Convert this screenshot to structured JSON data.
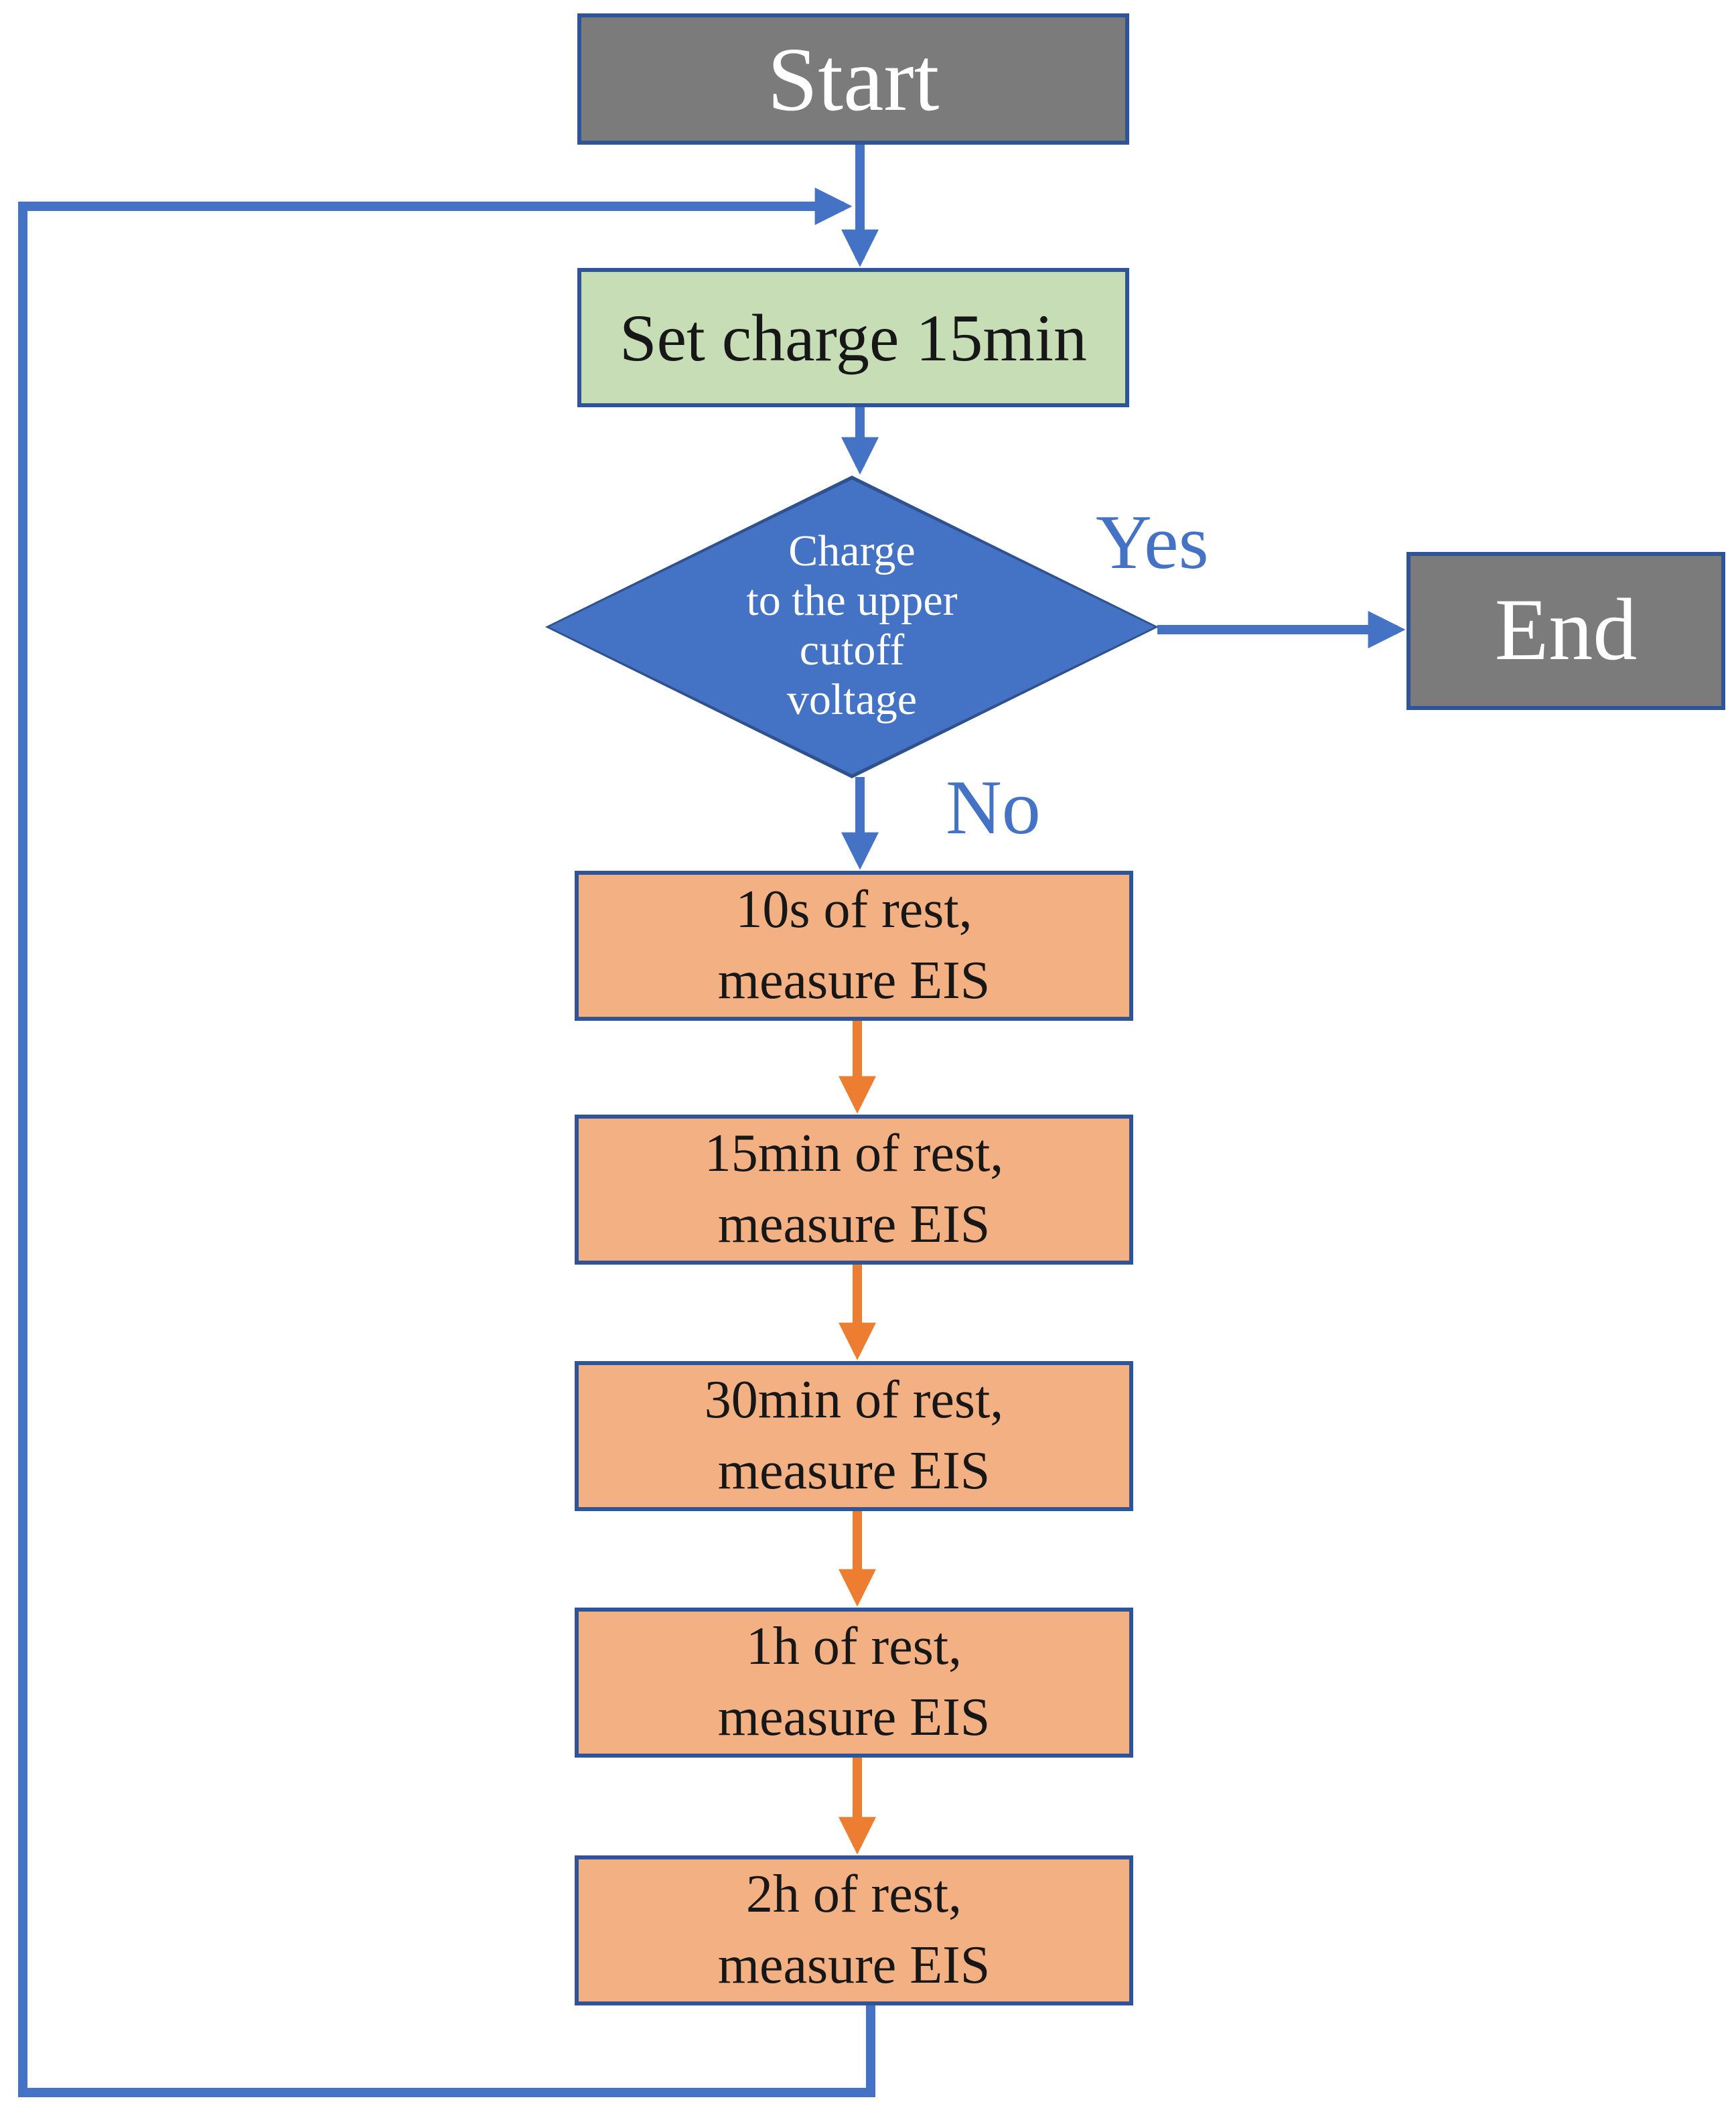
{
  "flowchart": {
    "nodes": {
      "start": "Start",
      "set_charge": "Set charge 15min",
      "decision_lines": [
        "Charge",
        "to the upper",
        "cutoff",
        "voltage"
      ],
      "end": "End",
      "rest_steps": [
        {
          "duration": "10s of rest,",
          "action": "measure EIS"
        },
        {
          "duration": "15min of rest,",
          "action": "measure EIS"
        },
        {
          "duration": "30min of rest,",
          "action": "measure EIS"
        },
        {
          "duration": "1h of rest,",
          "action": "measure EIS"
        },
        {
          "duration": "2h of rest,",
          "action": "measure EIS"
        }
      ]
    },
    "branch_labels": {
      "yes": "Yes",
      "no": "No"
    },
    "colors": {
      "terminator_fill": "#7B7B7B",
      "process_fill": "#C7DDB5",
      "decision_fill": "#4472C4",
      "decision_border": "#2F528F",
      "rest_fill": "#F3B183",
      "node_border_blue": "#2F5597",
      "arrow_blue": "#4472C4",
      "arrow_orange": "#ED7D31",
      "branch_label_blue": "#4472C4"
    }
  }
}
